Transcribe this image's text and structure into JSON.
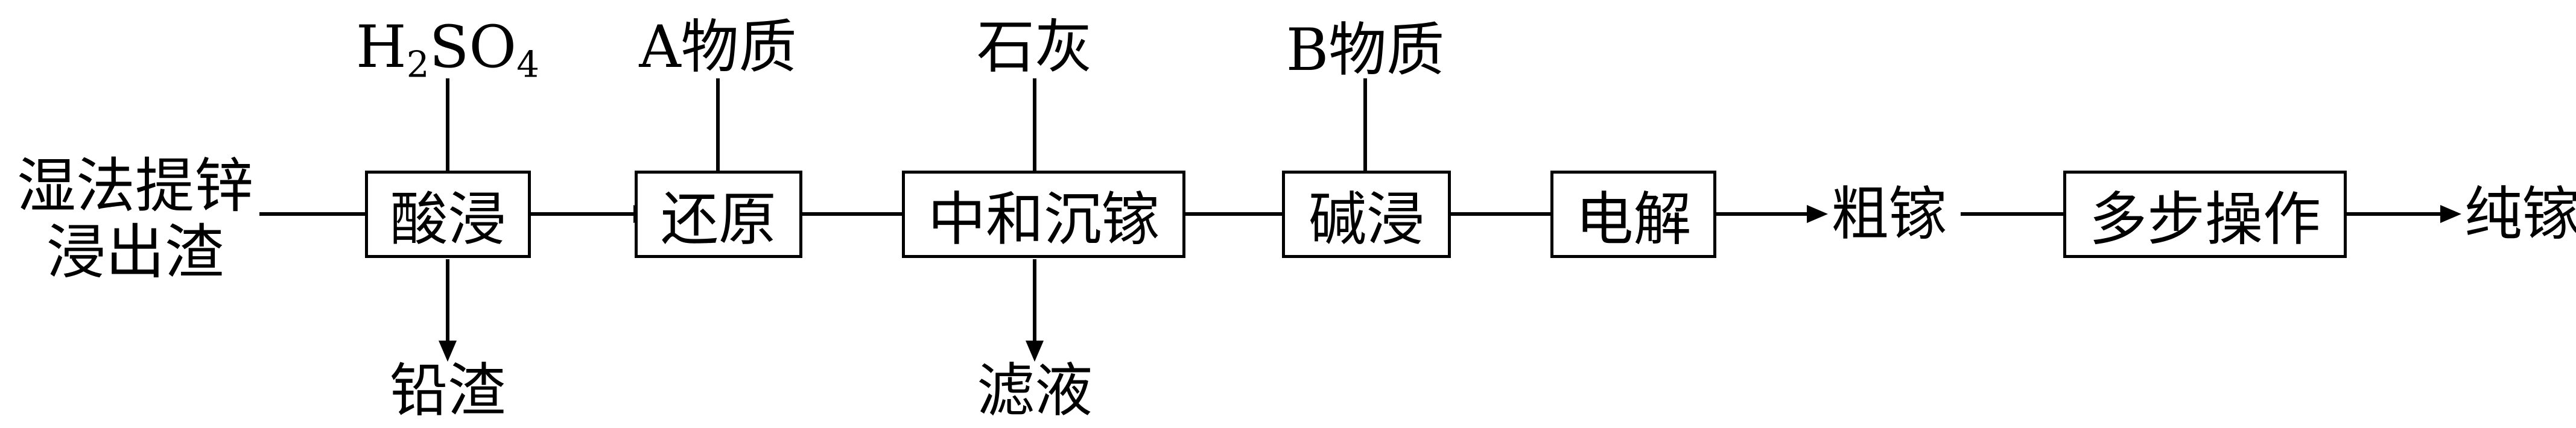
{
  "input": {
    "line1": "湿法提锌",
    "line2": "浸出渣"
  },
  "steps": [
    {
      "label": "酸浸"
    },
    {
      "label": "还原"
    },
    {
      "label": "中和沉镓"
    },
    {
      "label": "碱浸"
    },
    {
      "label": "电解"
    },
    {
      "label": "多步操作"
    }
  ],
  "reagents": {
    "acid": {
      "pre": "H",
      "sub1": "2",
      "mid": "SO",
      "sub2": "4"
    },
    "a": "A物质",
    "lime": "石灰",
    "b": "B物质"
  },
  "outputs": {
    "lead_residue": "铅渣",
    "filtrate": "滤液"
  },
  "intermediate": "粗镓",
  "product": "纯镓"
}
